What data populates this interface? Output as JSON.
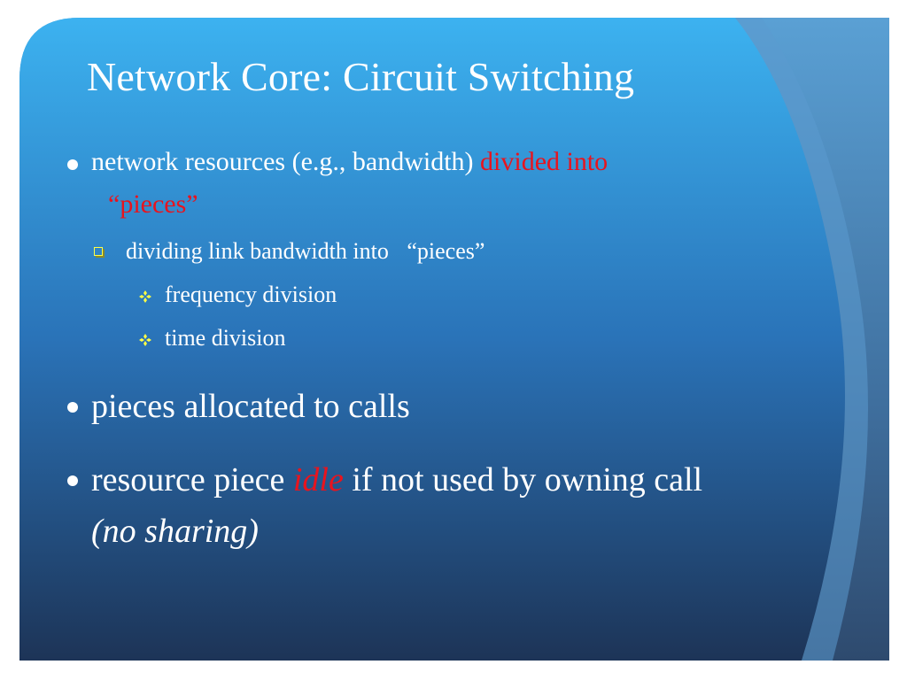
{
  "slide": {
    "title": "Network Core: Circuit Switching",
    "bullets": [
      {
        "line1_prefix": "network resources (e.g., bandwidth) ",
        "line1_highlight": "divided into",
        "line2_highlight": "“pieces”"
      },
      {
        "sub_prefix": "dividing link bandwidth into ",
        "sub_quoted": "“pieces”",
        "subsub": [
          "frequency division",
          "time division"
        ]
      },
      {
        "text": "pieces allocated to calls"
      },
      {
        "prefix": "resource piece ",
        "highlight": "idle",
        "suffix": " if not used by owning call",
        "line2": "(no sharing)"
      }
    ]
  },
  "colors": {
    "accent_red": "#e8141e",
    "bullet_square": "#ffff44",
    "bullet_diamond": "#ffff44",
    "bg_top": "#3aaeee",
    "bg_bottom": "#1e3558",
    "side_band": "#4a8fc4"
  },
  "icons": {
    "level1": "filled-circle-bullet",
    "level2": "hollow-square-bullet",
    "level3": "four-diamond-bullet"
  }
}
